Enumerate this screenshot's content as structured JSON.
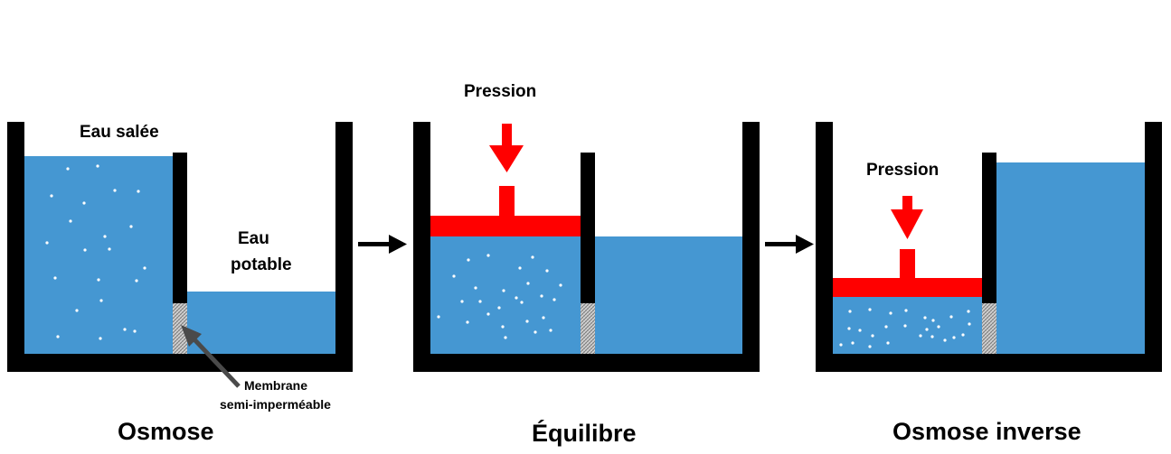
{
  "colors": {
    "water": "#4597d2",
    "wall": "#000000",
    "piston": "#ff0000",
    "arrow": "#000000",
    "pointer": "#4a4a4a",
    "salt_dot": "#ffffff",
    "membrane": "#b0b0b0"
  },
  "labels": {
    "eau_salee": "Eau salée",
    "eau_potable_line1": "Eau",
    "eau_potable_line2": "potable",
    "membrane_line1": "Membrane",
    "membrane_line2": "semi-imperméable",
    "pression_1": "Pression",
    "pression_2": "Pression"
  },
  "captions": {
    "osmose": "Osmose",
    "equilibre": "Équilibre",
    "osmose_inverse": "Osmose inverse"
  }
}
